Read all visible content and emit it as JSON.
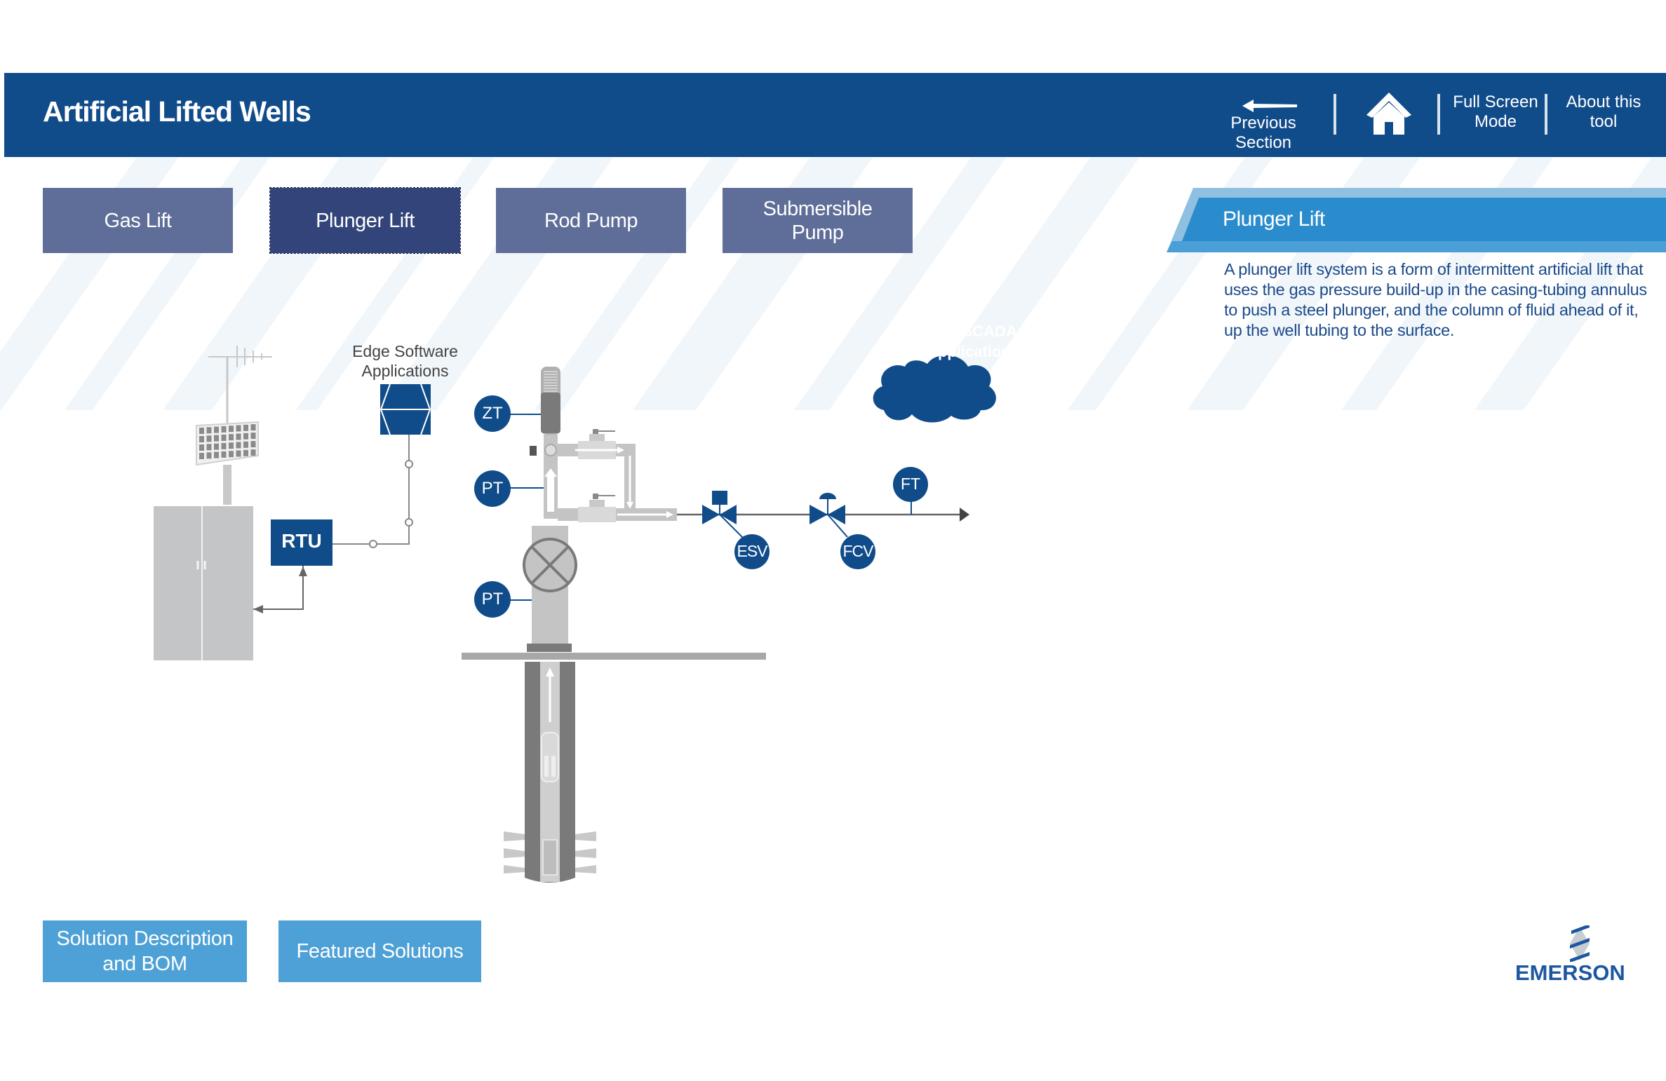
{
  "header": {
    "title": "Artificial Lifted Wells",
    "nav": {
      "previous_section": "Previous Section",
      "home_icon": "home-icon",
      "full_screen": "Full Screen Mode",
      "full_screen_line1": "Full Screen",
      "full_screen_line2": "Mode",
      "about_line1": "About this",
      "about_line2": "tool"
    }
  },
  "tabs": [
    {
      "label": "Gas Lift",
      "active": false
    },
    {
      "label": "Plunger Lift",
      "active": true
    },
    {
      "label": "Rod Pump",
      "active": false
    },
    {
      "label": "Submersible Pump",
      "active": false
    }
  ],
  "panel": {
    "title": "Plunger Lift",
    "description": "A plunger lift system is a form of intermittent artificial lift that uses the gas pressure build-up in the casing-tubing annulus to push a steel plunger, and the column of fluid ahead of it, up the well tubing to the surface."
  },
  "diagram": {
    "edge_label_line1": "Edge Software",
    "edge_label_line2": "Applications",
    "cloud_line1": "Cloud SCADA",
    "cloud_line2": "& Applications",
    "rtu": "RTU",
    "instruments": {
      "zt": "ZT",
      "pt_upper": "PT",
      "pt_lower": "PT",
      "esv": "ESV",
      "fcv": "FCV",
      "ft": "FT"
    }
  },
  "bottom_buttons": {
    "solution_line1": "Solution Description",
    "solution_line2": "and BOM",
    "featured": "Featured Solutions"
  },
  "logo": {
    "text": "EMERSON"
  },
  "colors": {
    "header_bg": "#114c8a",
    "tab_bg": "#5f6e98",
    "tab_active_bg": "#33447a",
    "panel_head": "#2b8ccd",
    "bottom_button": "#4ea1d6",
    "instrument_blue": "#0f4c8f",
    "equipment_gray": "#bcbec0"
  }
}
